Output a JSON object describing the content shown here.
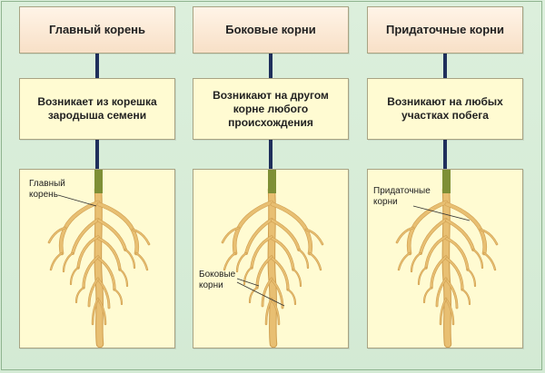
{
  "columns": [
    {
      "title": "Главный корень",
      "description": "Возникает из корешка зародыша семени",
      "label": "Главный корень"
    },
    {
      "title": "Боковые корни",
      "description": "Возникают на другом корне любого происхождения",
      "label": "Боковые корни"
    },
    {
      "title": "Придаточные корни",
      "description": "Возникают на любых участках побега",
      "label": "Придаточные корни"
    }
  ],
  "colors": {
    "root": "#e8bf72",
    "root_outline": "#cf9e4f",
    "stem": "#7e8f36",
    "connector": "#1f2f5c"
  }
}
